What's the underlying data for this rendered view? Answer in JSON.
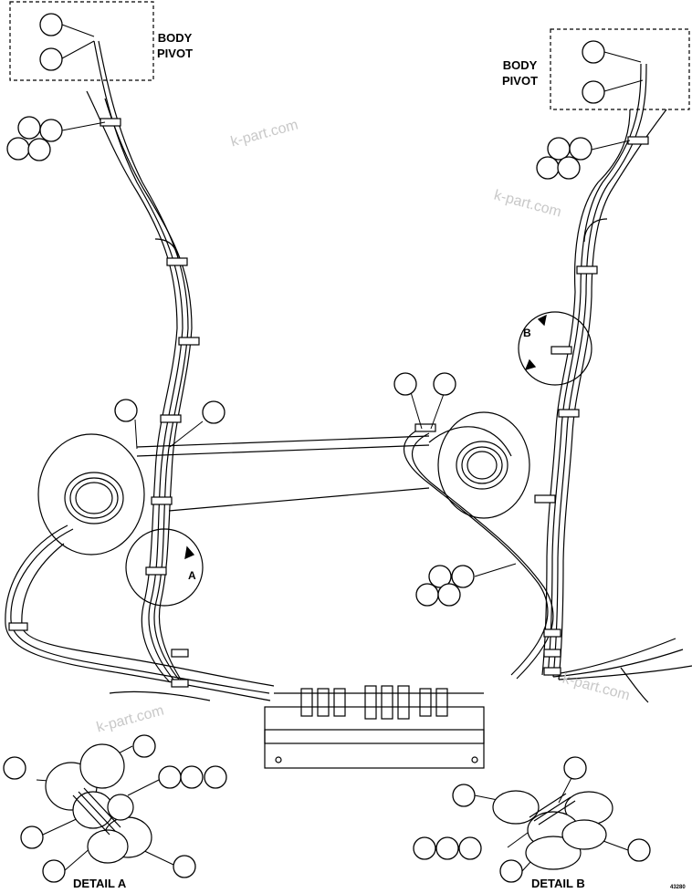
{
  "labels": {
    "body_pivot_left": [
      "BODY",
      "PIVOT"
    ],
    "body_pivot_right": [
      "BODY",
      "PIVOT"
    ],
    "detail_a": "DETAIL A",
    "detail_b": "DETAIL B",
    "view_a": "A",
    "view_b": "B",
    "figure_code": "43280"
  },
  "watermark": "k-part.com"
}
